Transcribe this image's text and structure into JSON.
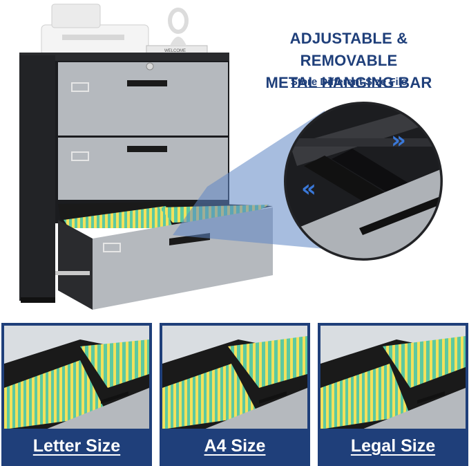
{
  "headline": {
    "line1": "ADJUSTABLE & REMOVABLE",
    "line2": "METAL HANGING BAR",
    "subtitle": "Store Different Size File"
  },
  "decor": {
    "book_text": "WELCOME"
  },
  "panels": [
    {
      "label": "Letter Size"
    },
    {
      "label": "A4 Size"
    },
    {
      "label": "Legal Size"
    }
  ],
  "colors": {
    "brand_blue": "#1f3f7a",
    "cabinet_black": "#222326",
    "drawer_gray": "#b5b9be",
    "folder_green": "#5cc9a0",
    "folder_yellow": "#f2e15c",
    "folder_blue": "#4aa3d6"
  }
}
